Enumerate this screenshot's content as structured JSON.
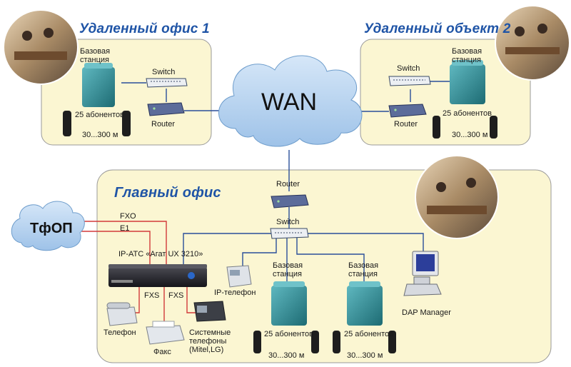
{
  "remote_office_1": {
    "title": "Удаленный офис 1",
    "base_station_label": [
      "Базовая",
      "станция"
    ],
    "switch_label": "Switch",
    "router_label": "Router",
    "subscribers": "25 абонентов",
    "range": "30...300 м"
  },
  "remote_object_2": {
    "title": "Удаленный объект 2",
    "base_station_label": [
      "Базовая",
      "станция"
    ],
    "switch_label": "Switch",
    "router_label": "Router",
    "subscribers": "25 абонентов",
    "range": "30...300 м"
  },
  "wan": {
    "label": "WAN"
  },
  "pstn": {
    "label": "ТфОП",
    "fxo_label": "FXO",
    "e1_label": "E1"
  },
  "main_office": {
    "title": "Главный офис",
    "router_label": "Router",
    "switch_label": "Switch",
    "ip_ats_label": "IP-АТС «Агат UX 3210»",
    "fxs_left": "FXS",
    "fxs_right": "FXS",
    "phone_label": "Телефон",
    "fax_label": "Факс",
    "system_phones_label": [
      "Системные",
      "телефоны",
      "(Mitel,LG)"
    ],
    "ip_phone_label": "IP-телефон",
    "base_station_a": {
      "label": [
        "Базовая",
        "станция"
      ],
      "subscribers": "25 абонентов",
      "range": "30...300 м"
    },
    "base_station_b": {
      "label": [
        "Базовая",
        "станция"
      ],
      "subscribers": "25 абонентов",
      "range": "30...300 м"
    },
    "dap_manager_label": "DAP Manager"
  },
  "colors": {
    "panel_fill": "#fbf6d2",
    "panel_stroke": "#9a9a9a",
    "cloud_fill": "#b8d3ef",
    "title_blue": "#1f54a6",
    "link_blue": "#2a4f9a",
    "link_red": "#d23a3a",
    "teal_device": "#2a8a92"
  }
}
